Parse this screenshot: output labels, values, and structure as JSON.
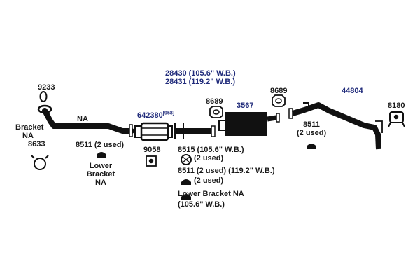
{
  "diagram": {
    "labels": {
      "p9233": "9233",
      "bracket_na_1": "Bracket",
      "bracket_na_2": "NA",
      "p8633": "8633",
      "na_pipe": "NA",
      "p8511_left": "8511 (2 used)",
      "lower_bracket_1": "Lower",
      "lower_bracket_2": "Bracket",
      "lower_bracket_3": "NA",
      "p642380": "642380",
      "p642380_ref": "[958]",
      "p9058": "9058",
      "p28430": "28430 (105.6\" W.B.)",
      "p28431": "28431 (119.2\" W.B.)",
      "p8689_left": "8689",
      "p3567": "3567",
      "p8689_right": "8689",
      "p44804": "44804",
      "p8180": "8180",
      "p8511_right_1": "8511",
      "p8511_right_2": "(2 used)",
      "p8515_1": "8515 (105.6\" W.B.)",
      "p8515_2": "(2 used)",
      "p8511_mid_1": "8511 (2 used) (119.2\" W.B.)",
      "p8511_mid_2": "(2 used)",
      "lower_bracket_wb_1": "Lower Bracket NA",
      "lower_bracket_wb_2": "(105.6\" W.B.)"
    },
    "colors": {
      "part": "#111111",
      "part_number_blue": "#1f2a7a",
      "text": "#1a1a1a"
    }
  }
}
